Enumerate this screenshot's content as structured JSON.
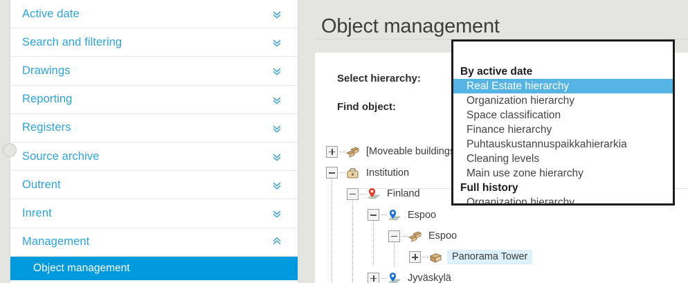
{
  "sidebar": {
    "items": [
      {
        "label": "Active date",
        "icon": "chevron-double-down-icon",
        "expanded": false
      },
      {
        "label": "Search and filtering",
        "icon": "chevron-double-down-icon",
        "expanded": false
      },
      {
        "label": "Drawings",
        "icon": "chevron-double-down-icon",
        "expanded": false
      },
      {
        "label": "Reporting",
        "icon": "chevron-double-down-icon",
        "expanded": false
      },
      {
        "label": "Registers",
        "icon": "chevron-double-down-icon",
        "expanded": false
      },
      {
        "label": "Source archive",
        "icon": "chevron-double-down-icon",
        "expanded": false
      },
      {
        "label": "Outrent",
        "icon": "chevron-double-down-icon",
        "expanded": false
      },
      {
        "label": "Inrent",
        "icon": "chevron-double-down-icon",
        "expanded": false
      },
      {
        "label": "Management",
        "icon": "chevron-double-up-icon",
        "expanded": true
      }
    ],
    "active_subitem": "Object management",
    "accent_color": "#029ade",
    "link_color": "#2ca3dd"
  },
  "main": {
    "page_title": "Object management",
    "labels": {
      "select_hierarchy": "Select hierarchy:",
      "find_object": "Find object:"
    },
    "tree": {
      "selected": "Panorama Tower",
      "selected_color": "#dcf0fa",
      "nodes": [
        {
          "label": "[Moveable buildings",
          "depth": 0,
          "toggle": "plus",
          "icon": "buildings-icon"
        },
        {
          "label": "Institution",
          "depth": 0,
          "toggle": "minus",
          "icon": "briefcase-icon"
        },
        {
          "label": "Finland",
          "depth": 1,
          "toggle": "minus",
          "icon": "map-pin-red-icon"
        },
        {
          "label": "Espoo",
          "depth": 2,
          "toggle": "minus",
          "icon": "map-pin-blue-icon"
        },
        {
          "label": "Espoo",
          "depth": 3,
          "toggle": "minus",
          "icon": "buildings-icon"
        },
        {
          "label": "Panorama Tower",
          "depth": 4,
          "toggle": "plus",
          "icon": "building-single-icon",
          "selected": true
        },
        {
          "label": "Jyväskylä",
          "depth": 2,
          "toggle": "plus",
          "icon": "map-pin-blue-icon"
        }
      ]
    }
  },
  "dropdown": {
    "highlight_color": "#55b4e4",
    "groups": [
      {
        "title": "By active date",
        "items": [
          {
            "label": "Real Estate hierarchy",
            "selected": true
          },
          {
            "label": "Organization hierarchy",
            "selected": false
          },
          {
            "label": "Space classification",
            "selected": false
          },
          {
            "label": "Finance hierarchy",
            "selected": false
          },
          {
            "label": "Puhtauskustannuspaikkahierarkia",
            "selected": false
          },
          {
            "label": "Cleaning levels",
            "selected": false
          },
          {
            "label": "Main use zone hierarchy",
            "selected": false
          }
        ]
      },
      {
        "title": "Full history",
        "items": [
          {
            "label": "Organization hierarchy",
            "selected": false
          }
        ]
      }
    ]
  }
}
